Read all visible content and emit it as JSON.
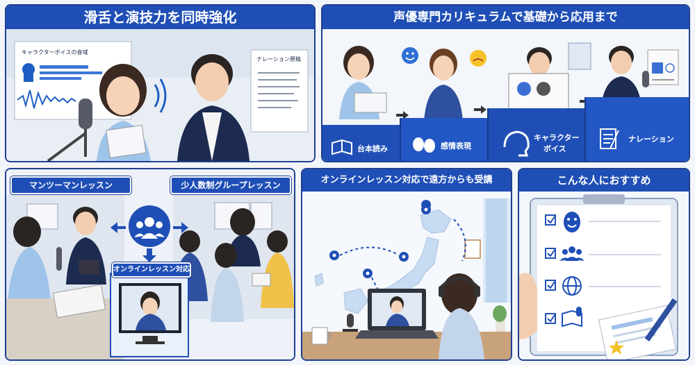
{
  "panel1": {
    "title": "滑舌と演技力を同時強化",
    "poster_left": "キャラクターボイスの音域",
    "poster_right": "ナレーション原稿"
  },
  "panel2": {
    "title": "声優専門カリキュラムで基礎から応用まで",
    "steps": [
      {
        "label": "台本読み",
        "icon": "book-icon"
      },
      {
        "label": "感情表現",
        "icon": "theater-masks-icon"
      },
      {
        "label": "キャラクター\nボイス",
        "icon": "head-voice-icon"
      },
      {
        "label": "ナレーション",
        "icon": "document-pen-icon"
      }
    ]
  },
  "panel3": {
    "left_label": "マンツーマンレッスン",
    "right_label": "少人数制グループレッスン",
    "online_label": "オンラインレッスン対応"
  },
  "panel4": {
    "title": "オンラインレッスン対応で遠方からも受講"
  },
  "panel5": {
    "title": "こんな人におすすめ",
    "checklist": [
      {
        "icon": "theater-mask-icon"
      },
      {
        "icon": "group-icon"
      },
      {
        "icon": "globe-icon"
      },
      {
        "icon": "book-microphone-icon"
      }
    ]
  },
  "colors": {
    "brand_blue": "#1f4fb6",
    "dark_blue": "#1f3f8f",
    "light_blue": "#cfe0f5"
  }
}
